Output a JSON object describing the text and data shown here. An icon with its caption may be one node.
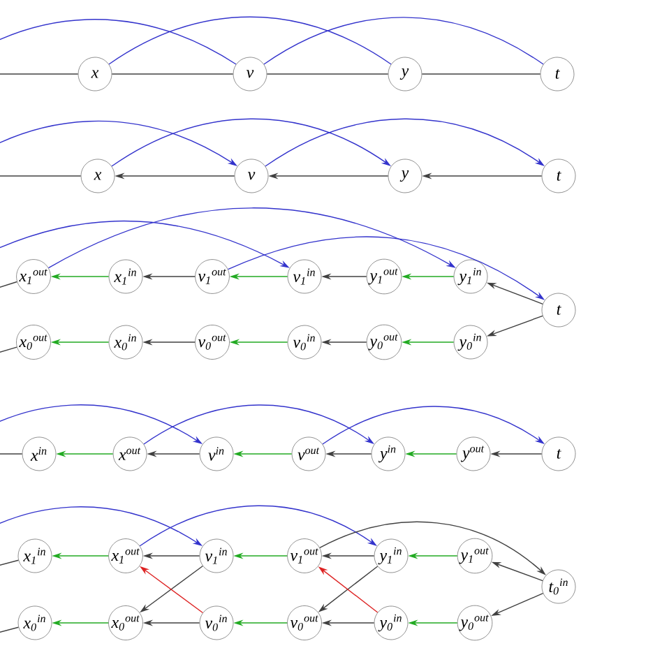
{
  "diagram": {
    "nodes": [
      {
        "text": [
          "x"
        ]
      },
      {
        "text": [
          "v"
        ]
      },
      {
        "text": [
          "y"
        ]
      },
      {
        "text": [
          "t"
        ]
      },
      {
        "text": [
          "x"
        ]
      },
      {
        "text": [
          "v"
        ]
      },
      {
        "text": [
          "y"
        ]
      },
      {
        "text": [
          "t"
        ]
      },
      {
        "text": [
          "x$_{1}$$^{out}$"
        ]
      },
      {
        "text": [
          "x$_{1}$$^{in}$"
        ]
      },
      {
        "text": [
          "v$_{1}$$^{out}$"
        ]
      },
      {
        "text": [
          "v$_{1}$$^{in}$"
        ]
      },
      {
        "text": [
          "y$_{1}$$^{out}$"
        ]
      },
      {
        "text": [
          "y$_{1}$$^{in}$"
        ]
      },
      {
        "text": [
          "t"
        ]
      },
      {
        "text": [
          "x$_{0}$$^{out}$"
        ]
      },
      {
        "text": [
          "x$_{0}$$^{in}$"
        ]
      },
      {
        "text": [
          "v$_{0}$$^{out}$"
        ]
      },
      {
        "text": [
          "v$_{0}$$^{in}$"
        ]
      },
      {
        "text": [
          "y$_{0}$$^{out}$"
        ]
      },
      {
        "text": [
          "y$_{0}$$^{in}$"
        ]
      },
      {
        "text": [
          "x$^{in}$"
        ]
      },
      {
        "text": [
          "x$^{out}$"
        ]
      },
      {
        "text": [
          "v$^{in}$"
        ]
      },
      {
        "text": [
          "v$^{out}$"
        ]
      },
      {
        "text": [
          "y$^{in}$"
        ]
      },
      {
        "text": [
          "y$^{out}$"
        ]
      },
      {
        "text": [
          "t"
        ]
      },
      {
        "text": [
          "x$_{1}$$^{in}$"
        ]
      },
      {
        "text": [
          "x$_{1}$$^{out}$"
        ]
      },
      {
        "text": [
          "v$_{1}$$^{in}$"
        ]
      },
      {
        "text": [
          "v$_{1}$$^{out}$"
        ]
      },
      {
        "text": [
          "y$_{1}$$^{in}$"
        ]
      },
      {
        "text": [
          "y$_{1}$$^{out}$"
        ]
      },
      {
        "text": [
          "t$_{0}$$^{in}$"
        ]
      },
      {
        "text": [
          "x$_{0}$$^{in}$"
        ]
      },
      {
        "text": [
          "x$_{0}$$^{out}$"
        ]
      },
      {
        "text": [
          "v$_{0}$$^{in}$"
        ]
      },
      {
        "text": [
          "v$_{0}$$^{out}$"
        ]
      },
      {
        "text": [
          "y$_{0}$$^{in}$"
        ]
      },
      {
        "text": [
          "y$_{0}$$^{out}$"
        ]
      }
    ],
    "edges": [
      {
        "from": null,
        "to": 0,
        "arrow": "none"
      },
      {
        "from": 0,
        "to": 1,
        "arrow": "none"
      },
      {
        "from": 1,
        "to": 2,
        "arrow": "none"
      },
      {
        "from": 2,
        "to": 3,
        "arrow": "none"
      },
      {
        "from": null,
        "to": 1,
        "arrow": "none",
        "color": "#3333cc"
      },
      {
        "from": 0,
        "to": 2,
        "arrow": "none",
        "color": "#3333cc"
      },
      {
        "from": 1,
        "to": 3,
        "arrow": "none",
        "color": "#3333cc"
      },
      {
        "from": 4,
        "to": null,
        "arrow": "none"
      },
      {
        "from": 7,
        "to": 6,
        "arrow": "to"
      },
      {
        "from": 6,
        "to": 5,
        "arrow": "to"
      },
      {
        "from": 5,
        "to": 4,
        "arrow": "to"
      },
      {
        "from": null,
        "to": 5,
        "arrow": "to",
        "color": "#3333cc"
      },
      {
        "from": 4,
        "to": 6,
        "arrow": "to",
        "color": "#3333cc"
      },
      {
        "from": 5,
        "to": 7,
        "arrow": "to",
        "color": "#3333cc"
      },
      {
        "from": null,
        "to": 8,
        "arrow": "none"
      },
      {
        "from": 9,
        "to": 8,
        "arrow": "to",
        "color": "#22aa22"
      },
      {
        "from": 10,
        "to": 9,
        "arrow": "to"
      },
      {
        "from": 11,
        "to": 10,
        "arrow": "to",
        "color": "#22aa22"
      },
      {
        "from": 12,
        "to": 11,
        "arrow": "to"
      },
      {
        "from": 13,
        "to": 12,
        "arrow": "to",
        "color": "#22aa22"
      },
      {
        "from": 14,
        "to": 13,
        "arrow": "to"
      },
      {
        "from": null,
        "to": 15,
        "arrow": "none"
      },
      {
        "from": 16,
        "to": 15,
        "arrow": "to",
        "color": "#22aa22"
      },
      {
        "from": 17,
        "to": 16,
        "arrow": "to"
      },
      {
        "from": 18,
        "to": 17,
        "arrow": "to",
        "color": "#22aa22"
      },
      {
        "from": 19,
        "to": 18,
        "arrow": "to"
      },
      {
        "from": 20,
        "to": 19,
        "arrow": "to",
        "color": "#22aa22"
      },
      {
        "from": 14,
        "to": 20,
        "arrow": "to"
      },
      {
        "from": null,
        "to": 11,
        "arrow": "to",
        "color": "#3333cc"
      },
      {
        "from": 8,
        "to": 13,
        "arrow": "to",
        "color": "#3333cc"
      },
      {
        "from": 10,
        "to": 14,
        "arrow": "to",
        "color": "#3333cc"
      },
      {
        "from": null,
        "to": 21,
        "arrow": "none"
      },
      {
        "from": 22,
        "to": 21,
        "arrow": "to",
        "color": "#22aa22"
      },
      {
        "from": 23,
        "to": 22,
        "arrow": "to"
      },
      {
        "from": 24,
        "to": 23,
        "arrow": "to",
        "color": "#22aa22"
      },
      {
        "from": 25,
        "to": 24,
        "arrow": "to"
      },
      {
        "from": 26,
        "to": 25,
        "arrow": "to",
        "color": "#22aa22"
      },
      {
        "from": 27,
        "to": 26,
        "arrow": "to"
      },
      {
        "from": null,
        "to": 23,
        "arrow": "to",
        "color": "#3333cc"
      },
      {
        "from": 22,
        "to": 25,
        "arrow": "to",
        "color": "#3333cc"
      },
      {
        "from": 24,
        "to": 27,
        "arrow": "to",
        "color": "#3333cc"
      },
      {
        "from": null,
        "to": 28,
        "arrow": "none"
      },
      {
        "from": 29,
        "to": 28,
        "arrow": "to",
        "color": "#22aa22"
      },
      {
        "from": 30,
        "to": 29,
        "arrow": "to"
      },
      {
        "from": 31,
        "to": 30,
        "arrow": "to",
        "color": "#22aa22"
      },
      {
        "from": 32,
        "to": 31,
        "arrow": "to"
      },
      {
        "from": 33,
        "to": 32,
        "arrow": "to",
        "color": "#22aa22"
      },
      {
        "from": 34,
        "to": 33,
        "arrow": "to"
      },
      {
        "from": null,
        "to": 35,
        "arrow": "none"
      },
      {
        "from": 36,
        "to": 35,
        "arrow": "to",
        "color": "#22aa22"
      },
      {
        "from": 37,
        "to": 36,
        "arrow": "to"
      },
      {
        "from": 38,
        "to": 37,
        "arrow": "to",
        "color": "#22aa22"
      },
      {
        "from": 39,
        "to": 38,
        "arrow": "to"
      },
      {
        "from": 40,
        "to": 39,
        "arrow": "to",
        "color": "#22aa22"
      },
      {
        "from": 34,
        "to": 40,
        "arrow": "to"
      },
      {
        "from": 30,
        "to": 36,
        "arrow": "to"
      },
      {
        "from": 37,
        "to": 29,
        "arrow": "to",
        "color": "#dd2222"
      },
      {
        "from": 32,
        "to": 38,
        "arrow": "to"
      },
      {
        "from": 39,
        "to": 31,
        "arrow": "to",
        "color": "#dd2222"
      },
      {
        "from": null,
        "to": 30,
        "arrow": "to",
        "color": "#3333cc"
      },
      {
        "from": 29,
        "to": 32,
        "arrow": "to",
        "color": "#3333cc"
      },
      {
        "from": 31,
        "to": 34,
        "arrow": "to"
      }
    ]
  }
}
